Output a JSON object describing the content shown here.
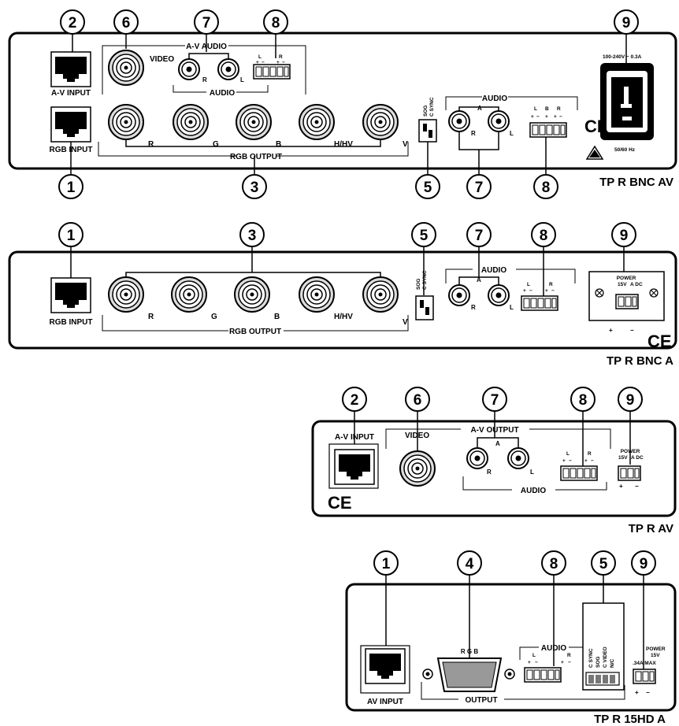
{
  "labels": {
    "av_input": "A-V INPUT",
    "rgb_input": "RGB INPUT",
    "av_input_2": "AV INPUT",
    "video": "VIDEO",
    "av_audio": "A-V AUDIO",
    "audio": "AUDIO",
    "rgb_output": "RGB OUTPUT",
    "output": "OUTPUT",
    "rgb": "R G B",
    "power": "POWER",
    "power_15v": "15V",
    "power_dc": "A DC",
    "max": ".34A MAX",
    "voltage": "100-240V ~ 0.3A",
    "freq": "50/60 Hz",
    "av_output": "A-V OUTPUT",
    "r": "R",
    "g": "G",
    "b": "B",
    "hhv": "H/HV",
    "v": "V",
    "l": "L",
    "a": "A",
    "plus": "+",
    "minus": "−",
    "sog": "SOG",
    "csync": "C SYNC",
    "cvideo": "C VIDEO",
    "nc": "N/C",
    "ce": "CE"
  },
  "models": {
    "bnc_av": "TP R BNC AV",
    "bnc_a": "TP R BNC A",
    "av": "TP R AV",
    "hd_a": "TP R 15HD A"
  },
  "callouts": [
    "1",
    "2",
    "3",
    "4",
    "5",
    "6",
    "7",
    "8",
    "9"
  ]
}
